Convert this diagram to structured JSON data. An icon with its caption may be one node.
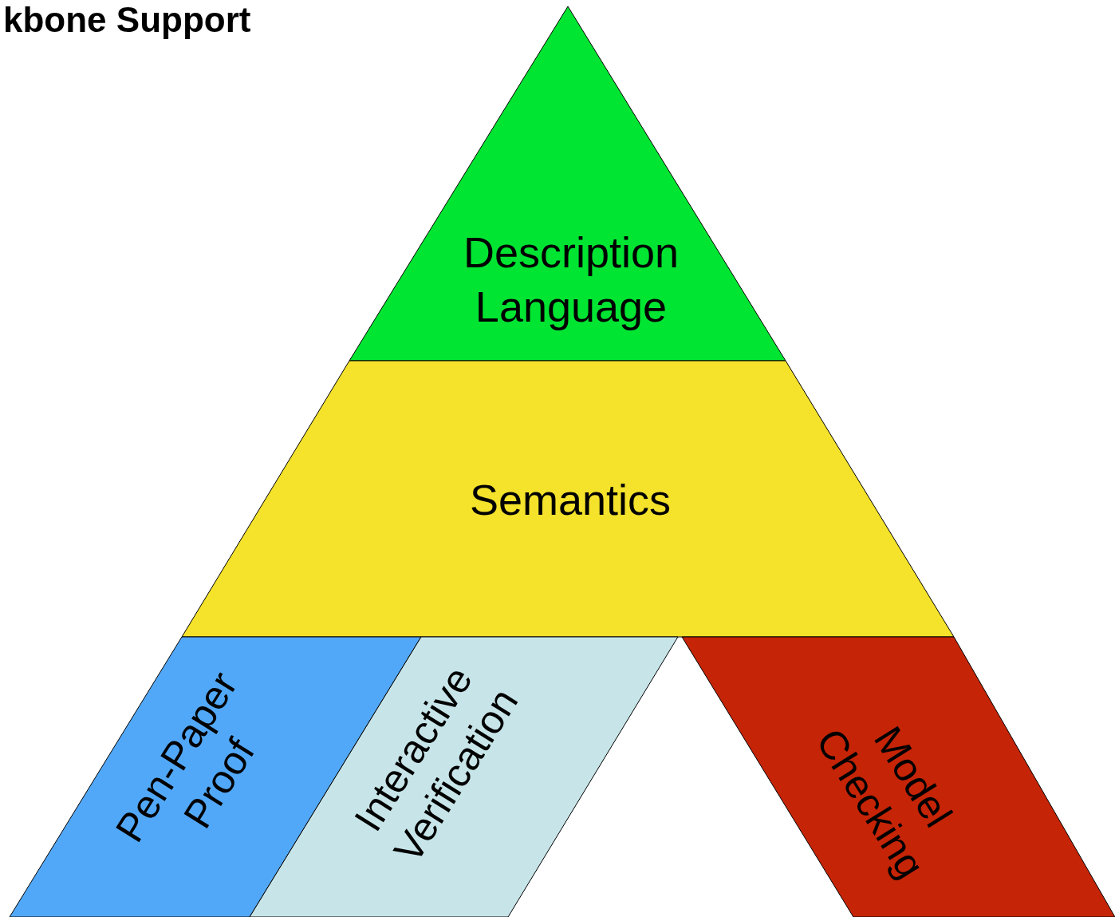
{
  "diagram": {
    "title": "kbone Support",
    "nodes": [
      {
        "text": [
          "Description Language"
        ]
      },
      {
        "text": [
          "Semantics"
        ]
      },
      {
        "text": [
          "Pen-Paper Proof"
        ]
      },
      {
        "text": [
          "Interactive Verification"
        ]
      },
      {
        "text": [
          "Model Checking"
        ]
      }
    ]
  }
}
